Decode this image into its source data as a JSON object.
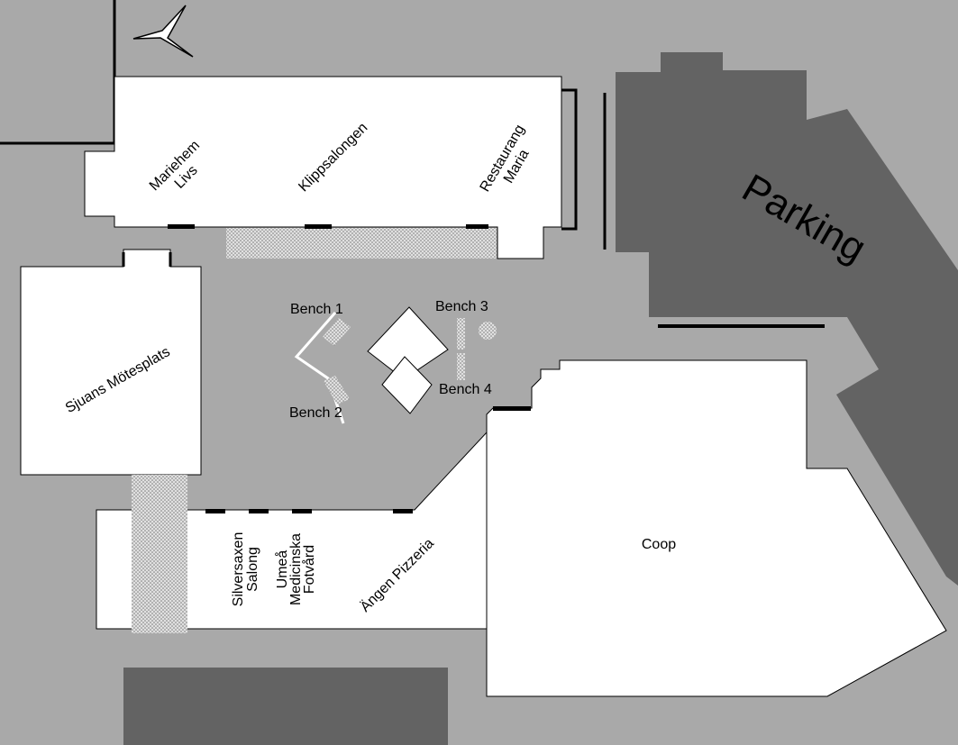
{
  "map": {
    "colors": {
      "ground": "#a9a9a9",
      "parking": "#636363",
      "building": "#ffffff",
      "walkway": "#d9d9d9",
      "outline": "#000000"
    },
    "icons": {
      "north_arrow": "north-arrow-icon"
    },
    "labels": {
      "mariehem_l1": "Mariehem",
      "mariehem_l2": "Livs",
      "klippsalongen": "Klippsalongen",
      "restaurang_l1": "Restaurang",
      "restaurang_l2": "Maria",
      "parking": "Parking",
      "sjuans": "Sjuans Mötesplats",
      "bench1": "Bench 1",
      "bench2": "Bench 2",
      "bench3": "Bench 3",
      "bench4": "Bench 4",
      "silversaxen_l1": "Silversaxen",
      "silversaxen_l2": "Salong",
      "umea_l1": "Umeå",
      "umea_l2": "Medicinska",
      "umea_l3": "Fotvård",
      "angen": "Ängen Pizzeria",
      "coop": "Coop"
    }
  }
}
